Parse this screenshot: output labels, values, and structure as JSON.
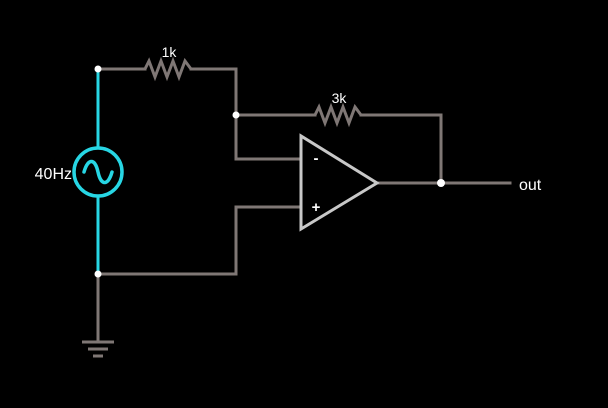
{
  "circuit": {
    "source_label": "40Hz",
    "r_input_label": "1k",
    "r_feedback_label": "3k",
    "opamp_minus": "-",
    "opamp_plus": "+",
    "output_label": "out"
  },
  "colors": {
    "background": "#000000",
    "wire": "#7f7775",
    "active_wire": "#27d6e4",
    "opamp": "#c8c8c8",
    "node": "#ffffff",
    "text": "#ffffff"
  }
}
